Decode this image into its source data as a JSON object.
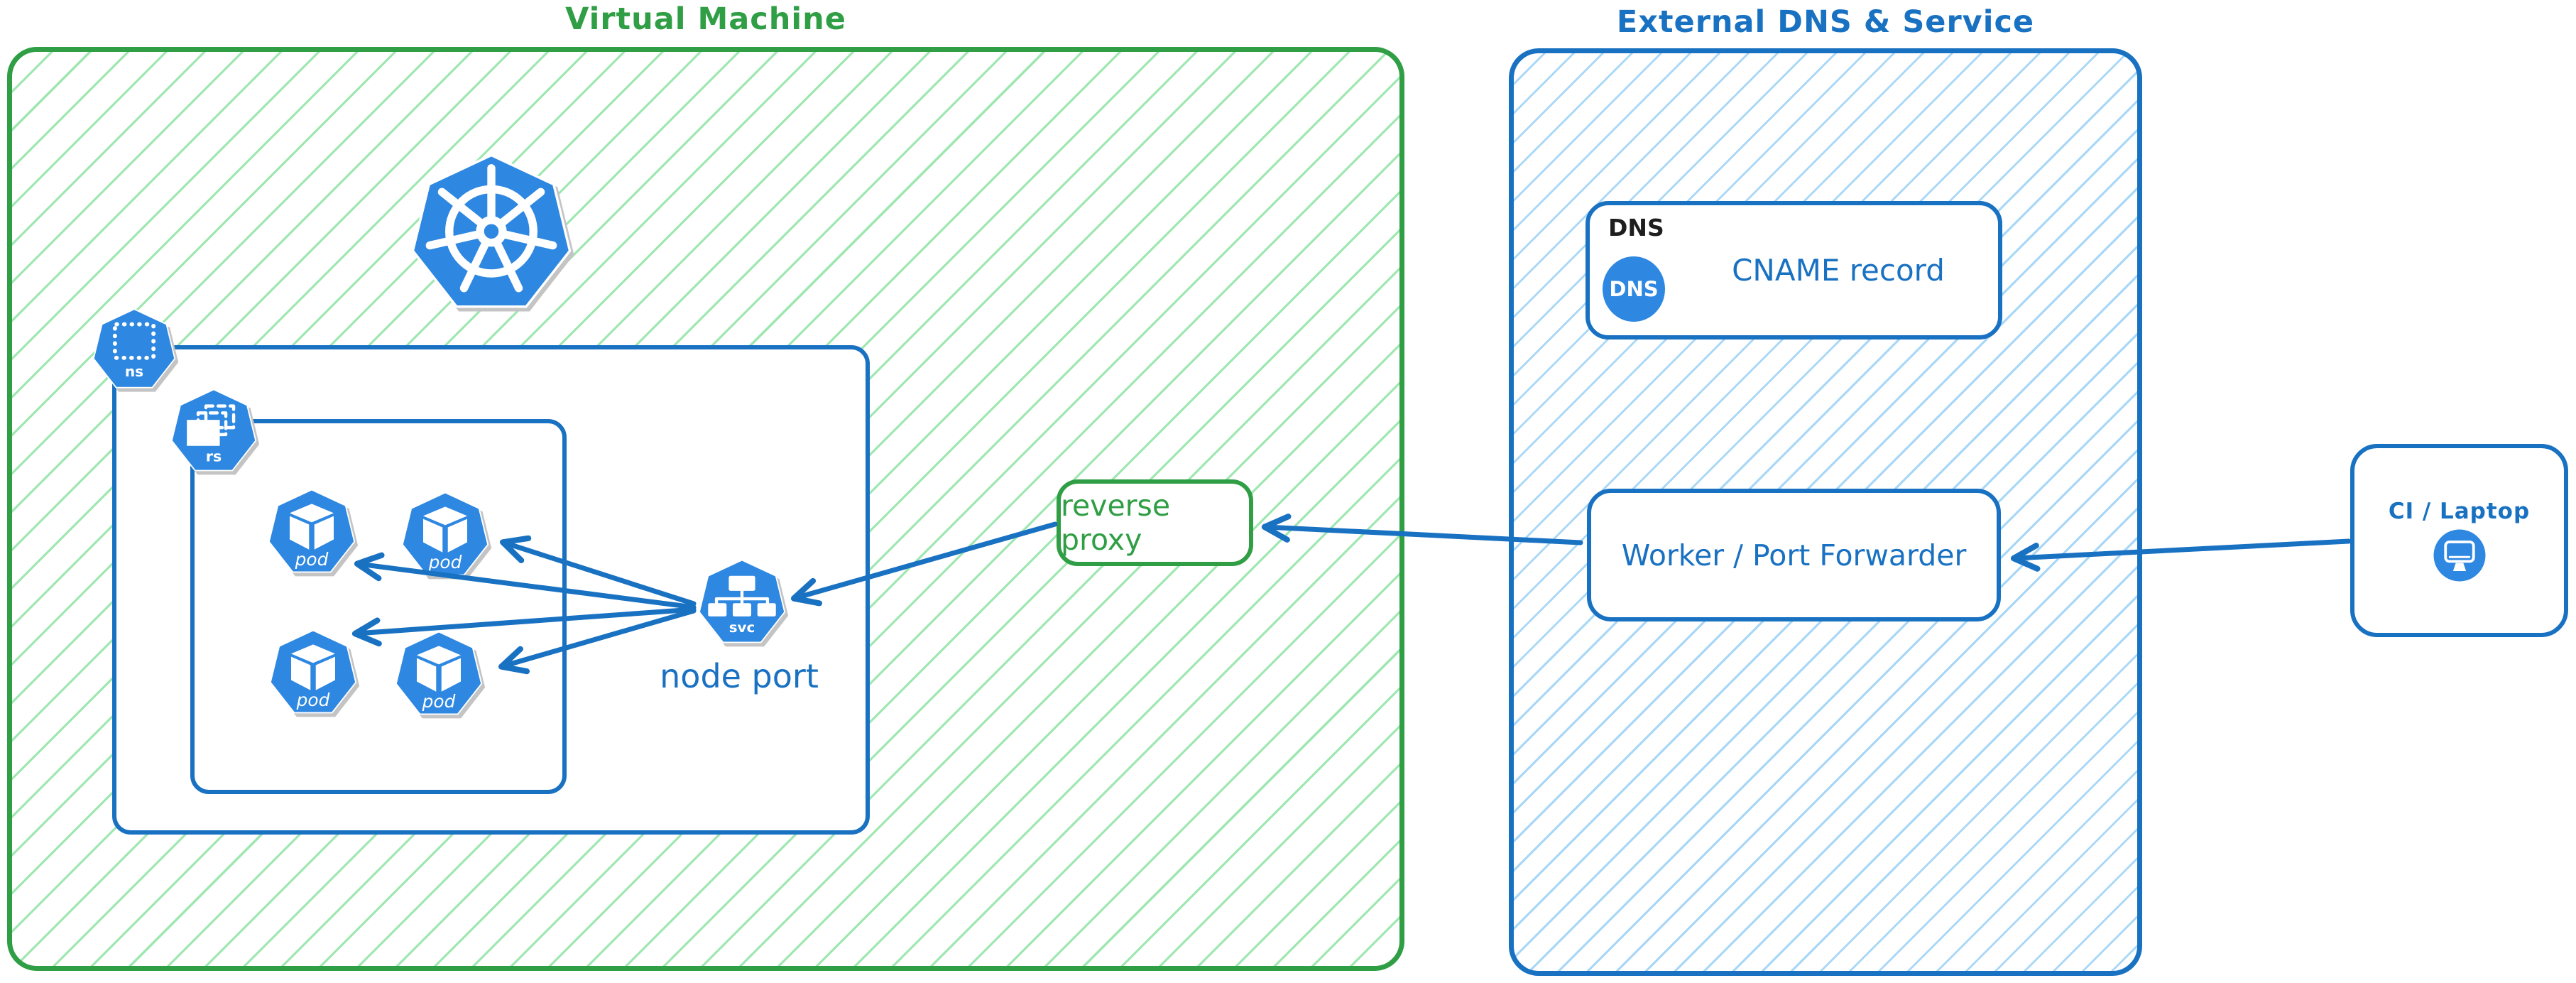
{
  "virtual_machine": {
    "title": "Virtual Machine",
    "namespace_icon": "ns",
    "replicaset_icon": "rs",
    "pod_icon": "pod",
    "service_icon": "svc",
    "node_port_label": "node port"
  },
  "reverse_proxy": {
    "label": "reverse proxy"
  },
  "external_dns": {
    "title": "External DNS & Service",
    "dns_header": "DNS",
    "dns_badge": "DNS",
    "cname_label": "CNAME record",
    "worker_label": "Worker / Port Forwarder"
  },
  "client": {
    "label": "CI / Laptop"
  },
  "colors": {
    "green": "#2f9e44",
    "green_hatch": "#9fe7b0",
    "blue": "#1971c2",
    "blue_hatch": "#a8d7f7",
    "icon_blue": "#2e87e0",
    "text_black": "#1e1e1e"
  }
}
